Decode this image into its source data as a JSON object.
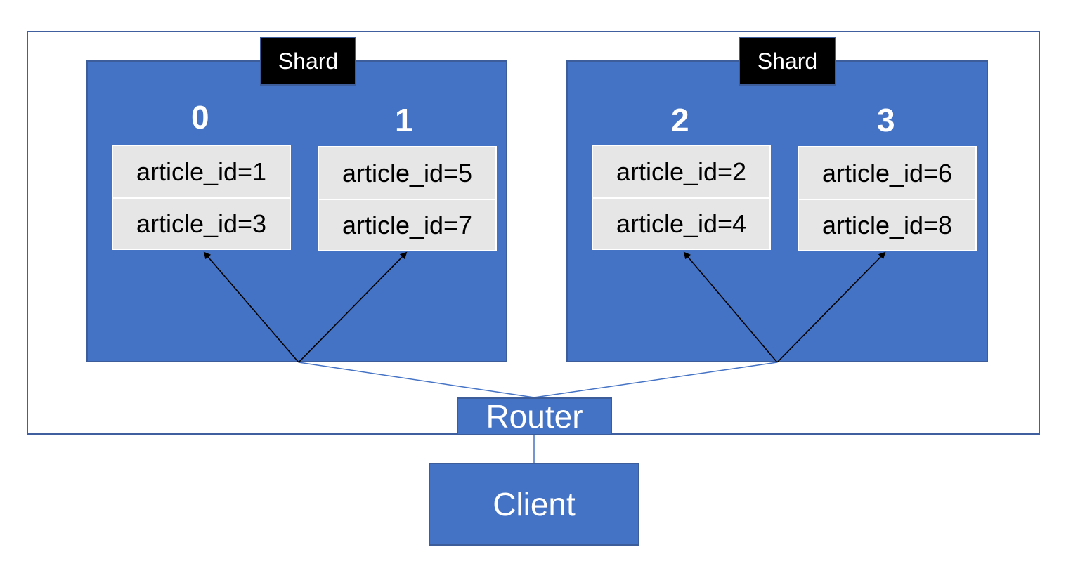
{
  "shards": [
    {
      "label": "Shard",
      "replicas": [
        {
          "number": "0",
          "rows": [
            "article_id=1",
            "article_id=3"
          ]
        },
        {
          "number": "1",
          "rows": [
            "article_id=5",
            "article_id=7"
          ]
        }
      ]
    },
    {
      "label": "Shard",
      "replicas": [
        {
          "number": "2",
          "rows": [
            "article_id=2",
            "article_id=4"
          ]
        },
        {
          "number": "3",
          "rows": [
            "article_id=6",
            "article_id=8"
          ]
        }
      ]
    }
  ],
  "router": {
    "label": "Router"
  },
  "client": {
    "label": "Client"
  },
  "colors": {
    "box": "#4472c4",
    "cell": "#e6e6e6",
    "label_bg": "#000000"
  }
}
